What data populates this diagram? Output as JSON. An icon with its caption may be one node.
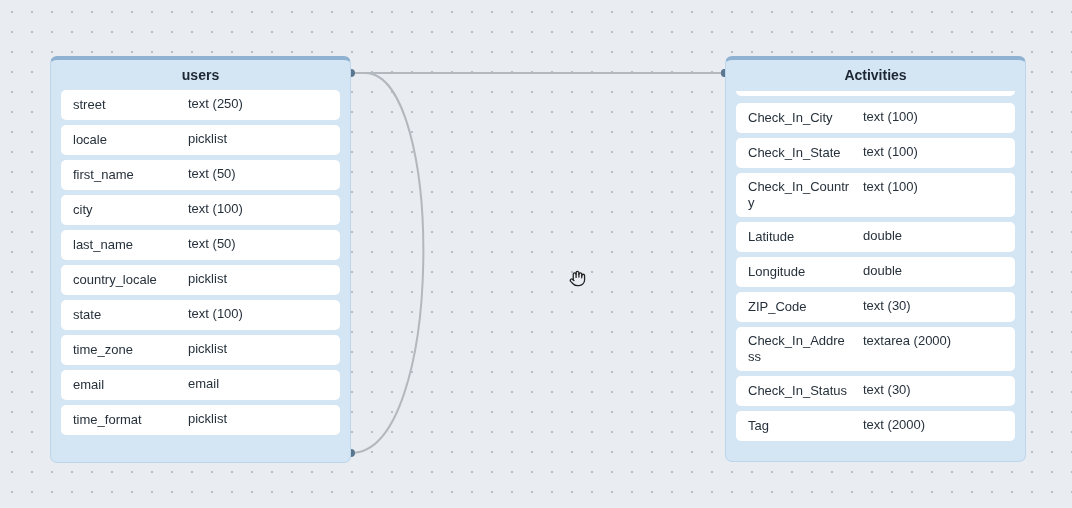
{
  "diagram": {
    "nodes": [
      {
        "text": [
          "users"
        ]
      },
      {
        "text": [
          "street",
          "text (250)"
        ],
        "in": 0
      },
      {
        "text": [
          "locale",
          "picklist"
        ],
        "in": 0
      },
      {
        "text": [
          "first_name",
          "text (50)"
        ],
        "in": 0
      },
      {
        "text": [
          "city",
          "text (100)"
        ],
        "in": 0
      },
      {
        "text": [
          "last_name",
          "text (50)"
        ],
        "in": 0
      },
      {
        "text": [
          "country_locale",
          "picklist"
        ],
        "in": 0
      },
      {
        "text": [
          "state",
          "text (100)"
        ],
        "in": 0
      },
      {
        "text": [
          "time_zone",
          "picklist"
        ],
        "in": 0
      },
      {
        "text": [
          "email",
          "email"
        ],
        "in": 0
      },
      {
        "text": [
          "time_format",
          "picklist"
        ],
        "in": 0
      },
      {
        "text": [
          "Activities"
        ]
      },
      {
        "text": [
          "Check_In_City",
          "text (100)"
        ],
        "in": 11
      },
      {
        "text": [
          "Check_In_State",
          "text (100)"
        ],
        "in": 11
      },
      {
        "text": [
          "Check_In_Country",
          "text (100)"
        ],
        "in": 11
      },
      {
        "text": [
          "Latitude",
          "double"
        ],
        "in": 11
      },
      {
        "text": [
          "Longitude",
          "double"
        ],
        "in": 11
      },
      {
        "text": [
          "ZIP_Code",
          "text (30)"
        ],
        "in": 11
      },
      {
        "text": [
          "Check_In_Address",
          "textarea (2000)"
        ],
        "in": 11
      },
      {
        "text": [
          "Check_In_Status",
          "text (30)"
        ],
        "in": 11
      },
      {
        "text": [
          "Tag",
          "text (2000)"
        ],
        "in": 11
      }
    ],
    "edges": [
      {
        "from": 0,
        "to": 11,
        "arrow": "other"
      },
      {
        "from": 11,
        "to": 0,
        "arrow": "other"
      }
    ]
  }
}
